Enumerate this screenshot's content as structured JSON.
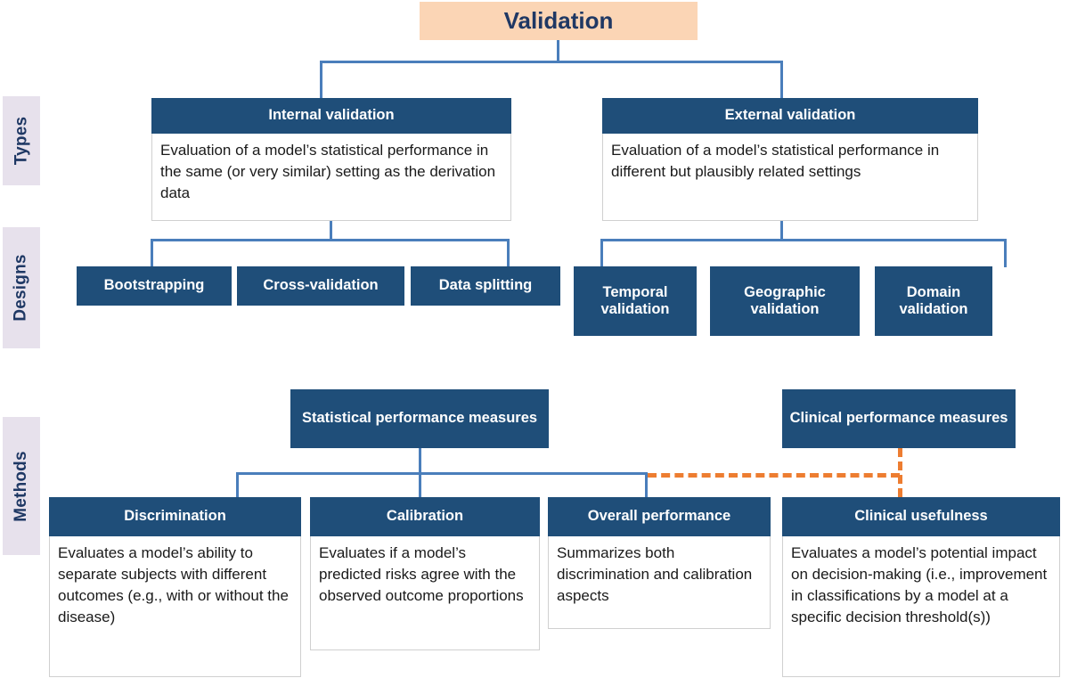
{
  "diagram": {
    "title": "Validation",
    "sections": [
      {
        "key": "types",
        "label": "Types"
      },
      {
        "key": "designs",
        "label": "Designs"
      },
      {
        "key": "methods",
        "label": "Methods"
      }
    ],
    "types": [
      {
        "heading": "Internal validation",
        "body": "Evaluation of a model’s statistical performance in the same (or very similar) setting  as the derivation data"
      },
      {
        "heading": "External validation",
        "body": "Evaluation of a model’s statistical performance in different but plausibly related settings"
      }
    ],
    "designs_internal": [
      {
        "heading": "Bootstrapping"
      },
      {
        "heading": "Cross-validation"
      },
      {
        "heading": "Data splitting"
      }
    ],
    "designs_external": [
      {
        "heading": "Temporal validation"
      },
      {
        "heading": "Geographic validation"
      },
      {
        "heading": "Domain validation"
      }
    ],
    "method_groups": [
      {
        "heading": "Statistical performance measures"
      },
      {
        "heading": "Clinical performance measures"
      }
    ],
    "methods": [
      {
        "heading": "Discrimination",
        "body": "Evaluates a model’s ability to separate subjects with different outcomes (e.g., with or without the disease)"
      },
      {
        "heading": "Calibration",
        "body": "Evaluates if a model’s predicted risks agree with the observed outcome proportions"
      },
      {
        "heading": "Overall performance",
        "body": "Summarizes both discrimination and calibration aspects"
      },
      {
        "heading": "Clinical usefulness",
        "body": "Evaluates a model’s potential impact on decision-making (i.e., improvement in classifications by a model at a specific decision threshold(s))"
      }
    ],
    "colors": {
      "title_fill": "#FBD5B5",
      "title_text": "#1F3864",
      "node_header": "#1F4E79",
      "node_header_text": "#FFFFFF",
      "connector_blue": "#4A7EBB",
      "connector_orange": "#ED7D31",
      "side_tab_fill": "#E7E1EC",
      "side_tab_text": "#1F3864",
      "body_text": "#1A1A1A",
      "body_border": "#D0D0D0"
    }
  }
}
